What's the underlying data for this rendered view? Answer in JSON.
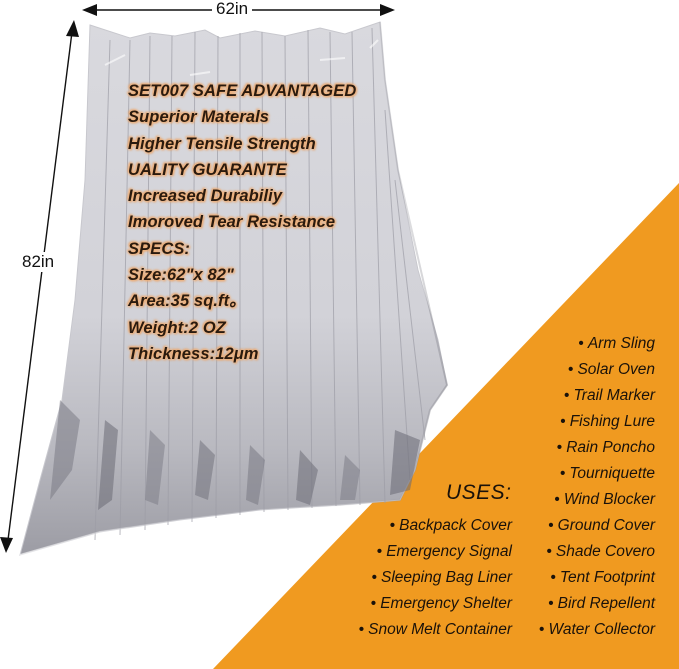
{
  "dimensions": {
    "width_label": "62in",
    "height_label": "82in"
  },
  "colors": {
    "accent_orange": "#F09A20",
    "text_dark": "#1A120A",
    "text_glow": "#F1B27A",
    "foil_light": "#DCDCE0",
    "foil_dark": "#8E8E96"
  },
  "features": [
    "SET007 SAFE ADVANTAGED",
    "Superior Materals",
    "Higher Tensile Strength",
    "UALITY GUARANTE",
    "Increased Durabiliy",
    "Imoroved Tear Resistance",
    "SPECS:",
    "Size:62\"x 82\"",
    "Area:35 sq.ft。",
    "Weight:2 OZ",
    "Thickness:12μm"
  ],
  "uses": {
    "title": "USES:",
    "bullet": "•",
    "left_column": [
      "Backpack Cover",
      "Emergency Signal",
      "Sleeping Bag Liner",
      "Emergency Shelter",
      "Snow Melt Container"
    ],
    "right_column": [
      "Arm Sling",
      "Solar Oven",
      "Trail Marker",
      "Fishing Lure",
      "Rain Poncho",
      "Tourniquette",
      "Wind Blocker",
      "Ground Cover",
      "Shade Covero",
      "Tent Footprint",
      "Bird Repellent",
      "Water Collector"
    ]
  }
}
